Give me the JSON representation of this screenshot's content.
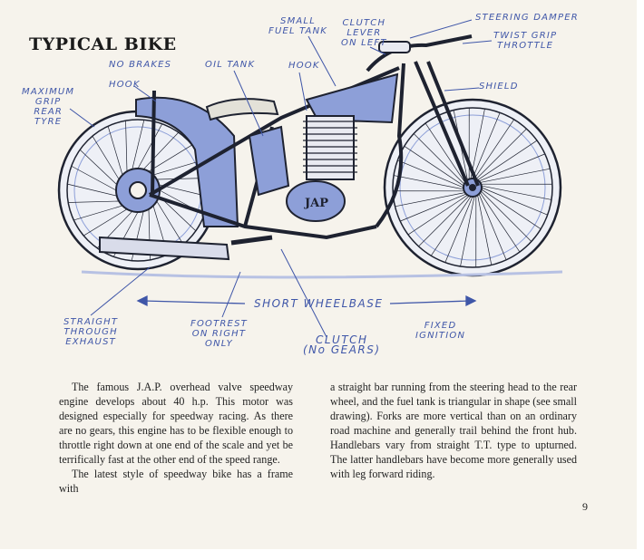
{
  "title": "TYPICAL BIKE",
  "labels": {
    "no_brakes": "NO BRAKES",
    "oil_tank": "OIL TANK",
    "hook_top": "HOOK",
    "hook_left": "HOOK",
    "small_fuel_tank": [
      "SMALL",
      "FUEL TANK"
    ],
    "clutch_lever": [
      "CLUTCH",
      "LEVER",
      "ON LEFT"
    ],
    "steering_damper": "STEERING DAMPER",
    "twist_grip": [
      "TWIST GRIP",
      "THROTTLE"
    ],
    "shield": "SHIELD",
    "max_grip": [
      "MAXIMUM",
      "GRIP",
      "REAR",
      "TYRE"
    ],
    "short_wheelbase": "SHORT WHEELBASE",
    "straight_exhaust": [
      "STRAIGHT",
      "THROUGH",
      "EXHAUST"
    ],
    "footrest": [
      "FOOTREST",
      "ON RIGHT",
      "ONLY"
    ],
    "clutch_no_gears": [
      "CLUTCH",
      "(No GEARS)"
    ],
    "fixed_ignition": [
      "FIXED",
      "IGNITION"
    ]
  },
  "text": {
    "left_col": [
      "The famous J.A.P. overhead valve speedway engine develops about 40 h.p. This motor was designed especially for speedway racing. As there are no gears, this engine has to be flexible enough to throttle right down at one end of the scale and yet be terrifically fast at the other end of the speed range.",
      "The latest style of speedway bike has a frame with"
    ],
    "right_col": [
      "a straight bar running from the steering head to the rear wheel, and the fuel tank is triangular in shape (see small drawing). Forks are more vertical than on an ordinary road machine and generally trail behind the front hub. Handlebars vary from straight T.T. type to upturned. The latter handlebars have become more generally used with leg forward riding."
    ]
  },
  "page_number": "9",
  "colors": {
    "ink_blue": "#3f56a8",
    "fill_blue": "#8d9fd8",
    "paper": "#f6f3ec",
    "ink": "#1e2230"
  }
}
